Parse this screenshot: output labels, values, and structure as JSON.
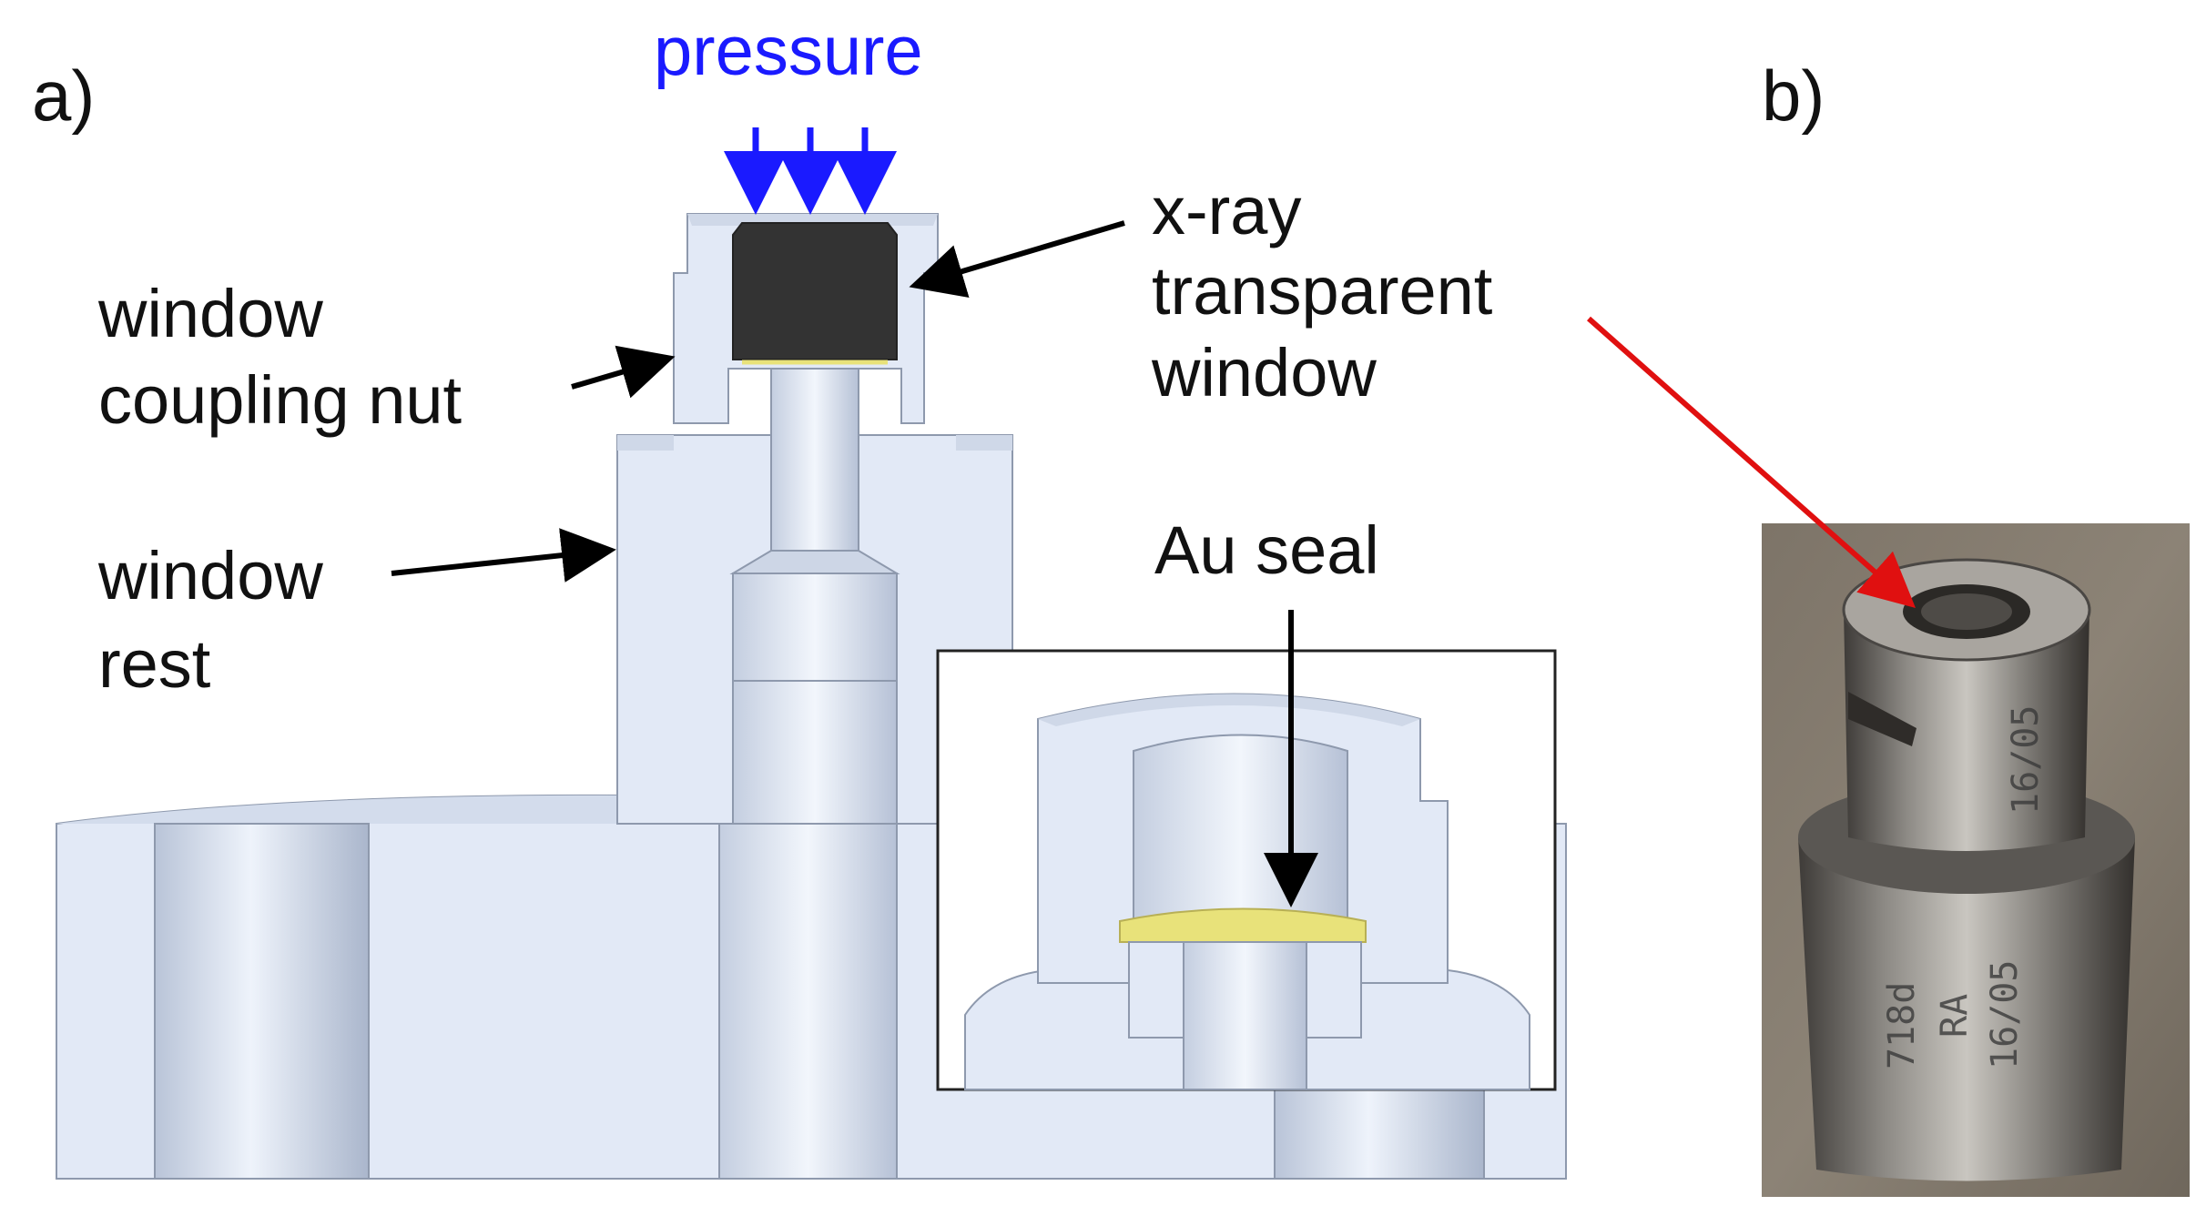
{
  "panels": {
    "a": "a)",
    "b": "b)"
  },
  "labels": {
    "pressure": "pressure",
    "xray_line1": "x-ray",
    "xray_line2": "transparent",
    "xray_line3": "window",
    "nut_line1": "window",
    "nut_line2": "coupling nut",
    "rest_line1": "window",
    "rest_line2": "rest",
    "au_seal": "Au seal"
  },
  "photo_stamps": {
    "upper": "16/05",
    "lower_1": "718d",
    "lower_2": "RA",
    "lower_3": "16/05"
  },
  "colors": {
    "metal": "#dfe7f5",
    "metal_shade": "#c2cde0",
    "window": "#333333",
    "au_seal": "#e8e27a",
    "pressure_arrows": "#1a1aff",
    "photo_arrow": "#e01010",
    "label_arrows": "#000000"
  }
}
